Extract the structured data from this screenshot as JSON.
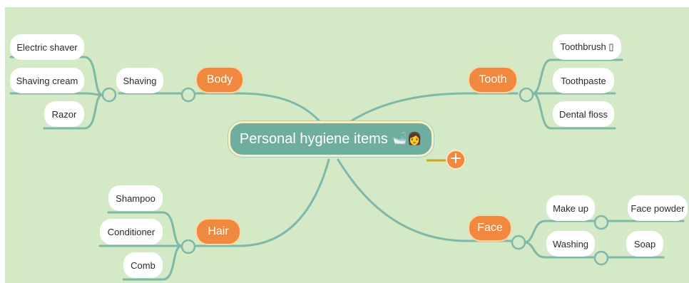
{
  "root": {
    "label": "Personal hygiene items",
    "emoji": "🛁👩"
  },
  "add_button": "+",
  "body": {
    "label": "Body",
    "sub": "Shaving",
    "leaves": [
      "Electric shaver",
      "Shaving cream",
      "Razor"
    ]
  },
  "tooth": {
    "label": "Tooth",
    "leaves": [
      "Toothbrush ▯",
      "Toothpaste",
      "Dental floss"
    ]
  },
  "hair": {
    "label": "Hair",
    "leaves": [
      "Shampoo",
      "Conditioner",
      "Comb"
    ]
  },
  "face": {
    "label": "Face",
    "subs": [
      "Make up",
      "Washing"
    ],
    "leaves": [
      "Face powder",
      "Soap"
    ]
  },
  "colors": {
    "background": "#d4e9c5",
    "branch": "#f0883f",
    "root": "#6fae9f",
    "connector": "#7fb8a8",
    "accent_line": "#c9a41e"
  }
}
